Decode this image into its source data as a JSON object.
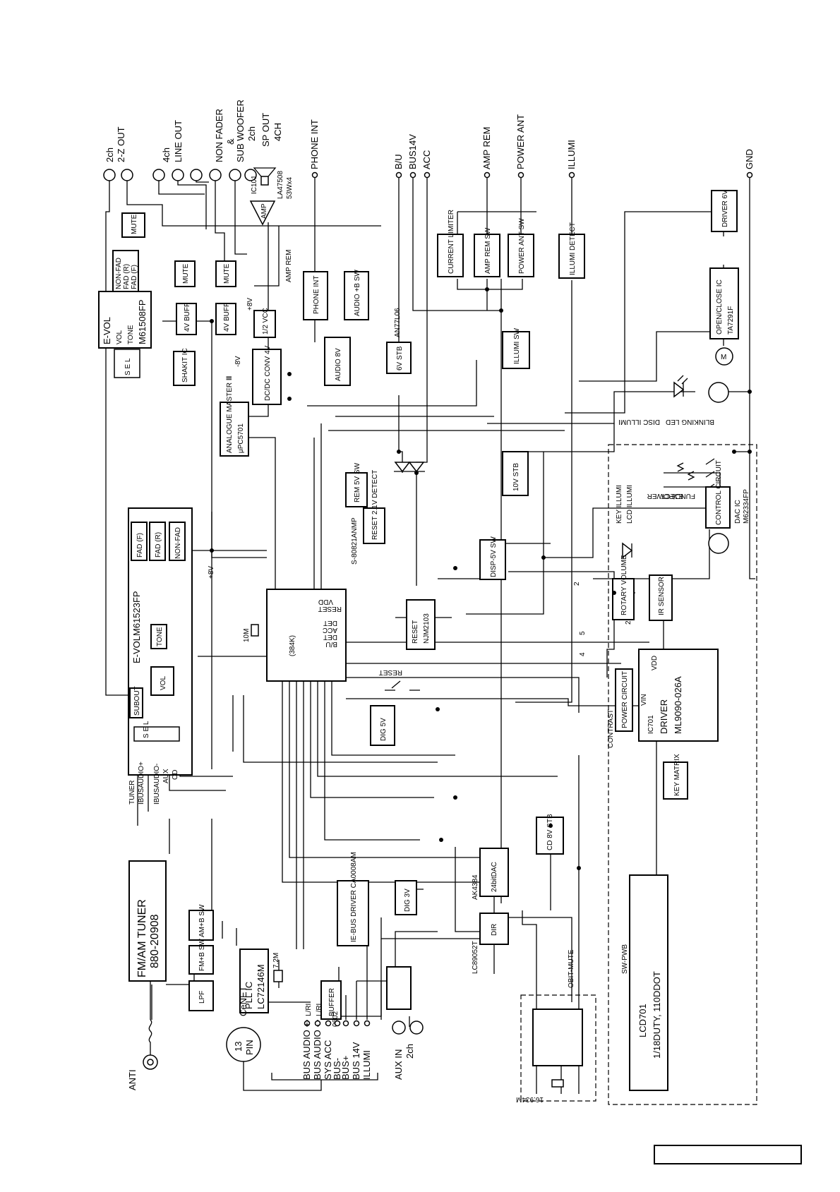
{
  "top_terminals": {
    "zout": "2-Z OUT",
    "zout_ch": "2ch",
    "lineout": "LINE OUT",
    "lineout_ch": "4ch",
    "nonfader": "NON FADER",
    "amp": "&",
    "subwoofer": "SUB WOOFER",
    "subwoofer_ch": "2ch",
    "spout": "SP OUT",
    "spout_ch": "4CH",
    "phoneint": "PHONE INT",
    "bu": "B/U",
    "bus14v": "BUS14V",
    "acc": "ACC",
    "amprem": "AMP REM",
    "powerant": "POWER ANT",
    "illumi": "ILLUMI",
    "gnd": "GND"
  },
  "blocks": {
    "mute1": "MUTE",
    "mute2": "MUTE",
    "mute3": "MUTE",
    "nonfad": "NON-FAD",
    "fadr": "FAD (R)",
    "fadf": "FAD (F)",
    "evol1": "E-VOL",
    "evol1_part": "M61508FP",
    "vol": "VOL",
    "tone": "TONE",
    "sel1": "S E L",
    "buff1": "4V BUFF",
    "buff2": "4V BUFF",
    "shakit": "SHAKIT IC",
    "half_vcc": "1/2 VCC",
    "plus8v": "+8V",
    "minus8v": "-8V",
    "dcdc": "DC/DC CONV 4V",
    "analogue": "ANALOGUE MASTER Ⅲ",
    "analogue_part": "μPC5701",
    "ic101": "IC101",
    "ic101_part": "LA47508",
    "ic101_spec": "53Wx4",
    "amp": "AMP",
    "amp_rem_label": "AMP REM",
    "phone_int": "PHONE INT",
    "audio_b": "AUDIO +B SW",
    "audio8v": "AUDIO 8V",
    "stb6v": "6V STB",
    "stb6v_part": "AN77L06",
    "current_limiter": "CURRENT LIMITER",
    "amp_rem_sw": "AMP REM SW",
    "power_ant_sw": "POWER ANT SW",
    "illumi_detect": "ILLUMI DETECT",
    "illumi_sw": "ILLUMI SW",
    "driver6v": "DRIVER 6V",
    "openclose": "OPEN/CLOSE IC",
    "openclose_part": "TA7291F",
    "motor": "M",
    "disc_illumi": "DISC ILLUMI",
    "blinking_led": "BLINKING LED",
    "rem5v": "REM 5V SW",
    "stb10v": "10V STB",
    "eject": "EJECT",
    "funcpower": "FUNC/POWER",
    "control": "CONTROL CIRCUIT",
    "dac_ic": "DAC IC",
    "dac_part": "M62334FP",
    "key_illumi": "KEY ILLUMI",
    "lcd_illumi": "LCD ILLUMI",
    "sd": "S-80821ANMP",
    "reset_det": "RESET 2.1V DETECT",
    "disp5v": "DISP-5V SW",
    "rotary": "ROTARY VOLUME",
    "ir": "IR SENSOR",
    "reset_ic": "RESET",
    "reset_part": "NJM2103",
    "fadf2": "FAD (F)",
    "fadr2": "FAD (R)",
    "nonfad2": "NON-FAD",
    "evol2": "E-VOLM61523FP",
    "vol2": "VOL",
    "tone2": "TONE",
    "subout": "SUBOUT",
    "sel2": "S E L",
    "plus8v2": "+8V",
    "mcu": "(384K)",
    "mcu_pins": [
      "VDD",
      "RESET",
      "DET",
      "ACC",
      "DET",
      "B/U"
    ],
    "xtal": "10M",
    "reset_sw": "RESET",
    "dig5v": "DIG 5V",
    "driver": "DRIVER",
    "driver_ic": "IC701",
    "driver_part": "ML9090-026A",
    "driver_vdd": "VDD",
    "driver_vin": "VIN",
    "contrast": "CONTRAST",
    "power_circuit": "POWER CIRCUIT",
    "key_matrix": "KEY MATRIX",
    "sw_pwb": "SW-PWB",
    "tuner_sel": "TUNER",
    "ibus_p": "IBUSAUDIO+",
    "ibus_m": "IBUSAUDIO-",
    "aux": "AUX",
    "cd": "CD",
    "cd8v": "CD 8V STB",
    "dac": "24bitDAC",
    "dac_part2": "AK4384",
    "dig3v": "DIG 3V",
    "dir": "DIR",
    "dir_part": "LC89052T",
    "obit_mute": "OBIT-MUTE",
    "ibus_driver": "IE-BUS DRIVER CA0008AM",
    "tuner": "FM/AM TUNER",
    "tuner_part": "880-20908",
    "amb": "AM+B SW",
    "fmb": "FM+B SW",
    "lpf": "LPF",
    "pll": "PLL IC",
    "pll_part": "LC72146M",
    "pll_xtal": "7.2M",
    "buffer": "BUFFER",
    "buffer_part": "0602",
    "lcd": "LCD701",
    "lcd_spec": "1/18DUTY, 110DDOT",
    "cd_xtal": "16.934M",
    "n4": "4",
    "n5": "5",
    "n2a": "2",
    "n2b": "2"
  },
  "bottom_terminals": {
    "anti": "ANTI",
    "cenet": "CeNET",
    "pin13": "13",
    "pin": "PIN",
    "bus_audio_p": "BUS AUDIO +",
    "bus_audio_m": "BUS AUDIO -",
    "sys_acc": "SYS ACC",
    "bus_m": "BUS-",
    "bus_p": "BUS+",
    "bus14v": "BUS 14V",
    "illumi": "ILLUMI",
    "aux_in": "AUX IN",
    "aux_ch": "2ch",
    "lr1": "L/RI",
    "lr2": "L/RI"
  },
  "page_number": ""
}
